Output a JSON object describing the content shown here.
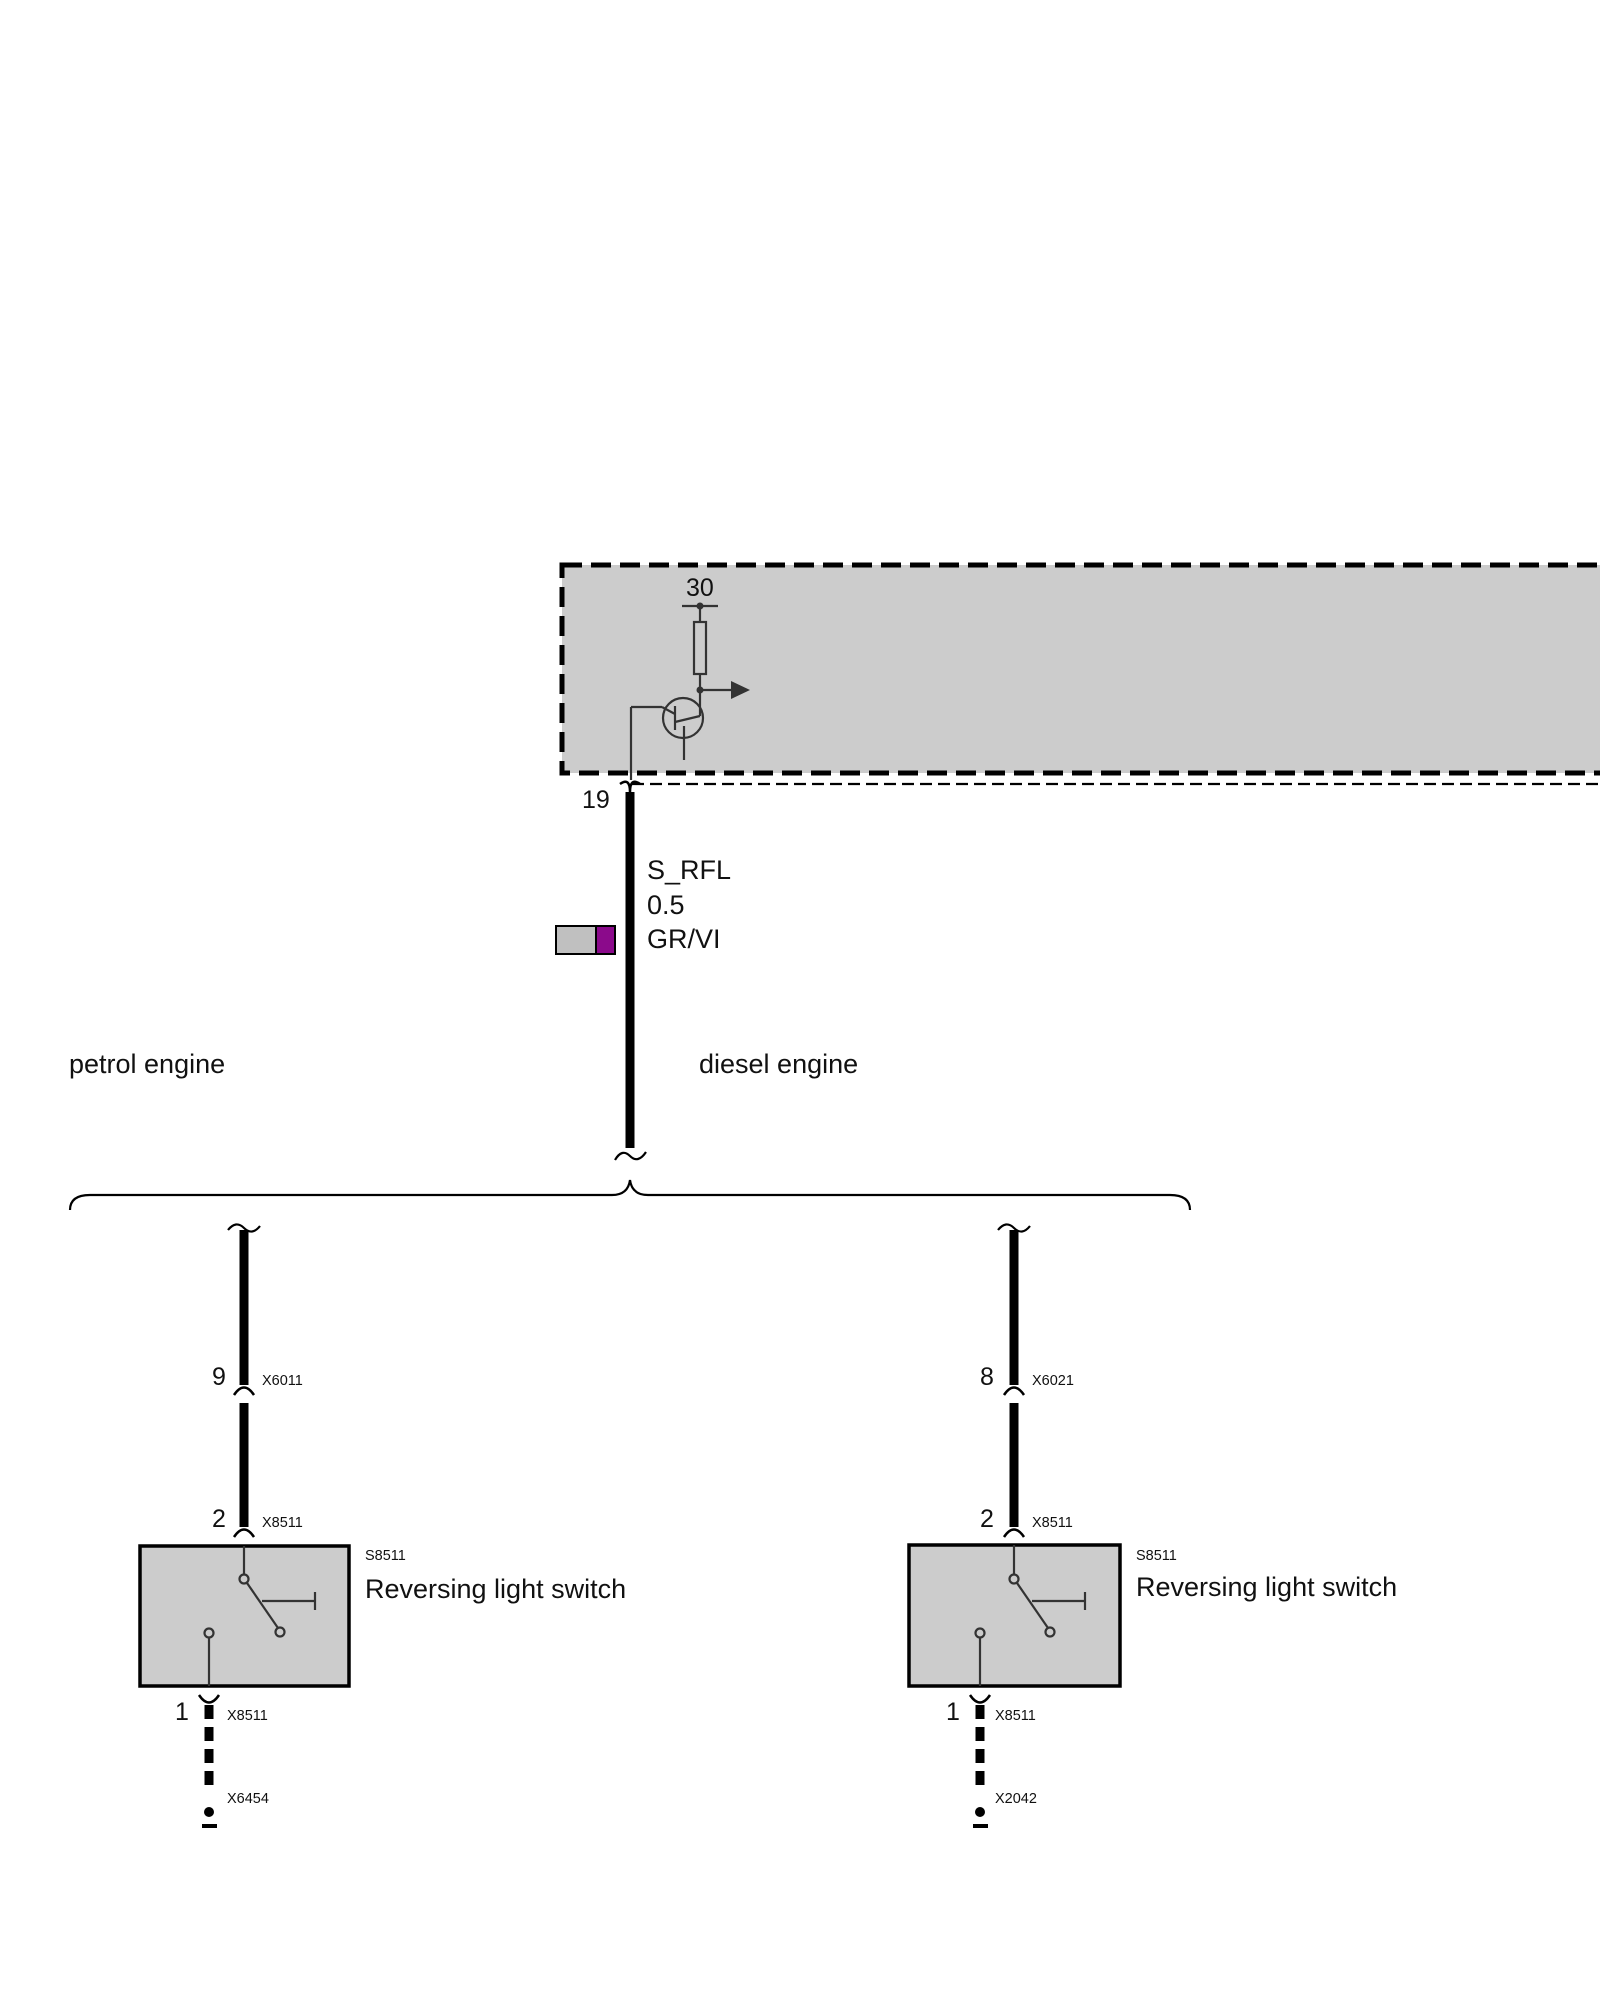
{
  "control_unit": {
    "terminal_label": "30",
    "pin_label": "19",
    "fill_color": "#cccccc"
  },
  "wire": {
    "signal_name": "S_RFL",
    "cross_section": "0.5",
    "color_code": "GR/VI",
    "color_primary": "#c0c0c0",
    "color_stripe": "#8b0a8b"
  },
  "variants": {
    "left_label": "petrol engine",
    "right_label": "diesel engine"
  },
  "branches": [
    {
      "connector_pin": "9",
      "connector_id": "X6011",
      "switch_pin_top": "2",
      "switch_connector_top": "X8511",
      "switch_id": "S8511",
      "switch_name": "Reversing light switch",
      "switch_pin_bottom": "1",
      "switch_connector_bottom": "X8511",
      "ground_id": "X6454"
    },
    {
      "connector_pin": "8",
      "connector_id": "X6021",
      "switch_pin_top": "2",
      "switch_connector_top": "X8511",
      "switch_id": "S8511",
      "switch_name": "Reversing light switch",
      "switch_pin_bottom": "1",
      "switch_connector_bottom": "X8511",
      "ground_id": "X2042"
    }
  ]
}
